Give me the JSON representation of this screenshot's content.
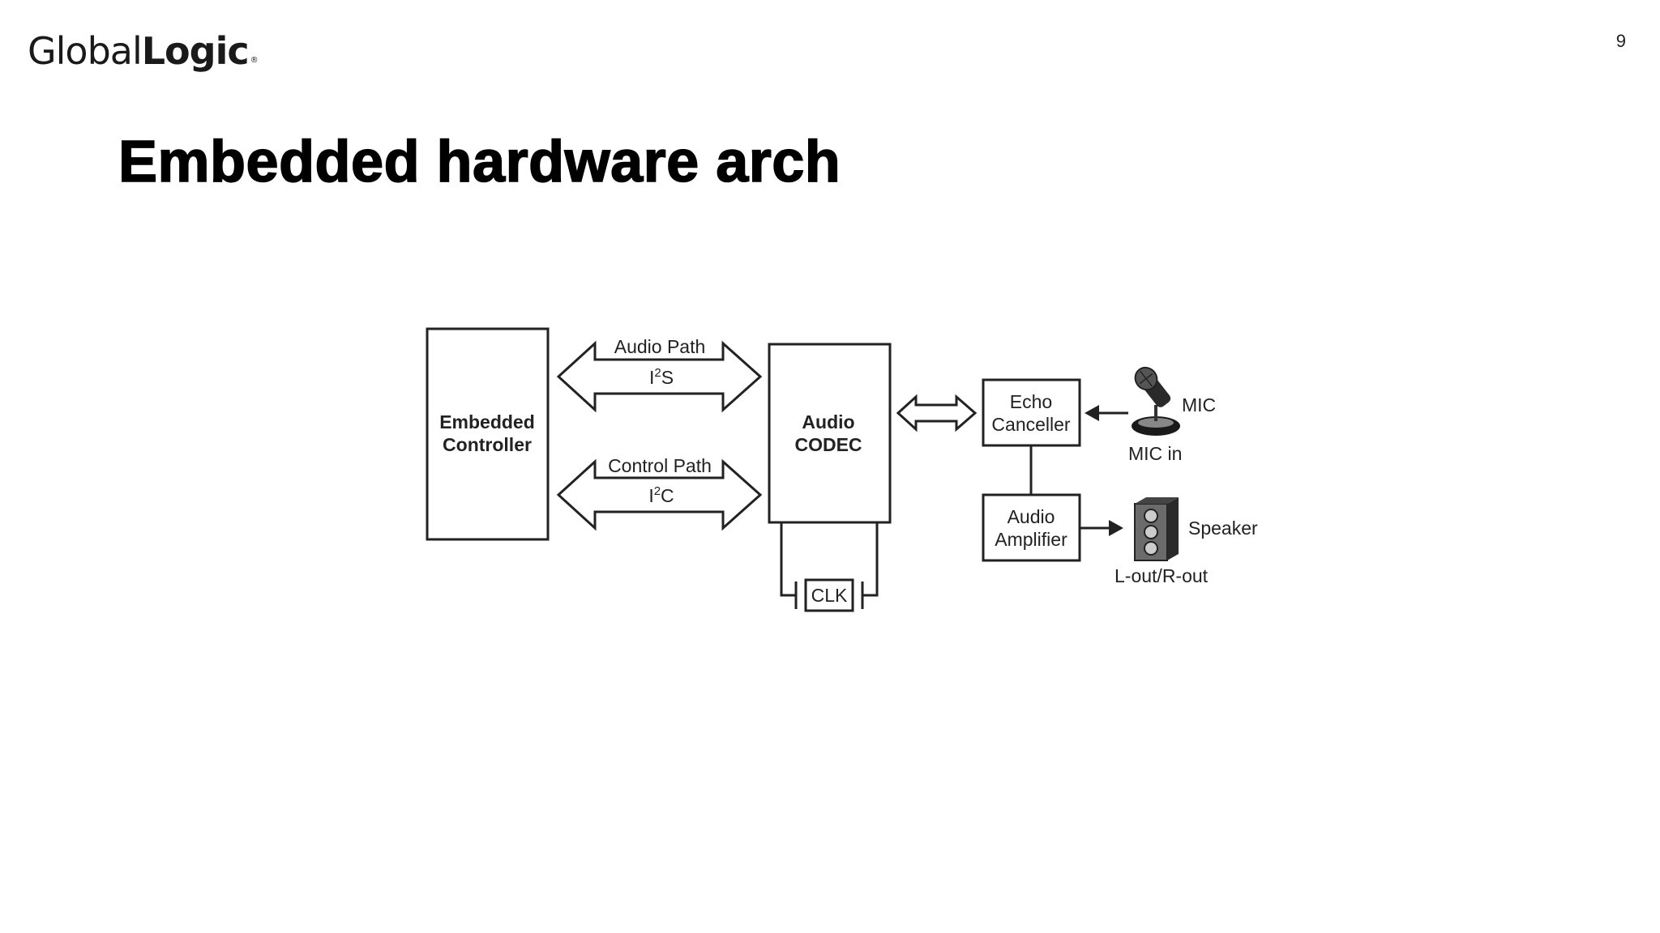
{
  "header": {
    "logo_light": "Global",
    "logo_bold": "Logic",
    "logo_mark": "®",
    "page_number": "9"
  },
  "slide": {
    "title": "Embedded hardware arch"
  },
  "diagram": {
    "embedded_controller": [
      "Embedded",
      "Controller"
    ],
    "audio_path_label": "Audio Path",
    "i2s_prefix": "I",
    "i2s_sup": "2",
    "i2s_suffix": "S",
    "control_path_label": "Control Path",
    "i2c_prefix": "I",
    "i2c_sup": "2",
    "i2c_suffix": "C",
    "audio_codec": [
      "Audio",
      "CODEC"
    ],
    "clk": "CLK",
    "echo_canceller": [
      "Echo",
      "Canceller"
    ],
    "audio_amplifier": [
      "Audio",
      "Amplifier"
    ],
    "mic_label": "MIC",
    "mic_in_label": "MIC in",
    "speaker_label": "Speaker",
    "lout_rout_label": "L-out/R-out"
  },
  "icons": [
    "microphone-icon",
    "speaker-icon"
  ]
}
